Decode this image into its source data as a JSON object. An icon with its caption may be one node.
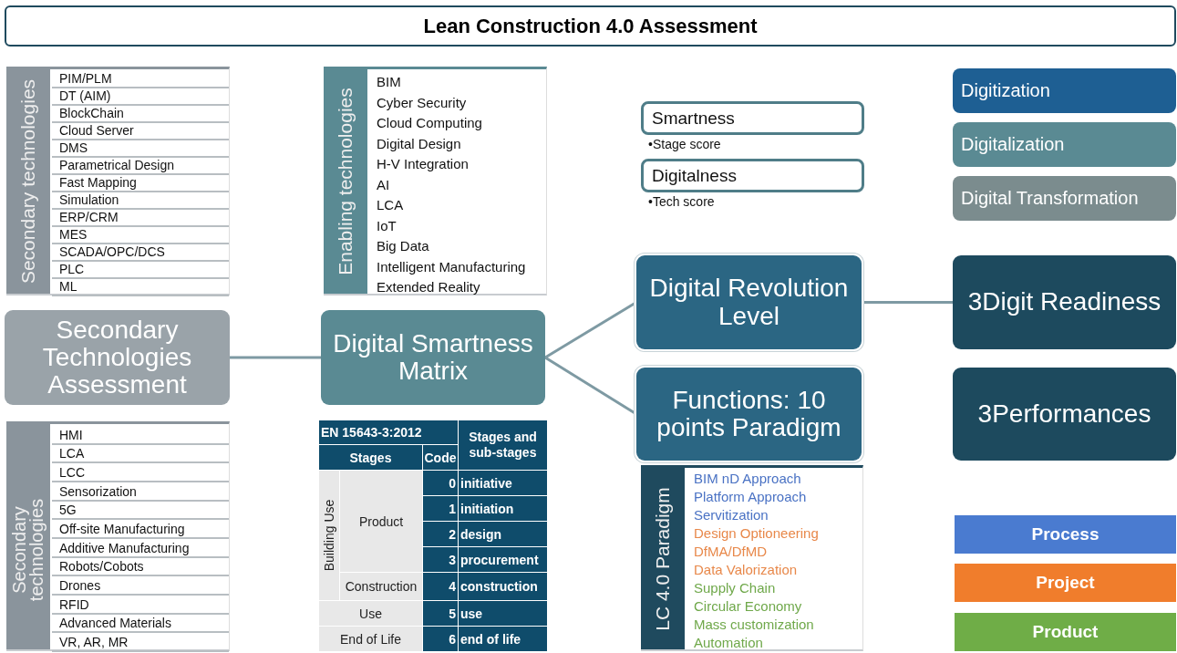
{
  "diagram": {
    "title": "Lean Construction 4.0 Assessment",
    "nodes": [
      {
        "text": [
          "Secondary technologies",
          "PIM/PLM",
          "DT (AIM)",
          "BlockChain",
          "Cloud Server",
          "DMS",
          "Parametrical Design",
          "Fast Mapping",
          "Simulation",
          "ERP/CRM",
          "MES",
          "SCADA/OPC/DCS",
          "PLC",
          "ML"
        ]
      },
      {
        "text": [
          "Secondary Technologies Assessment"
        ]
      },
      {
        "text": [
          "Secondary technologies",
          "HMI",
          "LCA",
          "LCC",
          "Sensorization",
          "5G",
          "Off-site Manufacturing",
          "Additive Manufacturing",
          "Robots/Cobots",
          "Drones",
          "RFID",
          "Advanced Materials",
          "VR, AR, MR"
        ]
      },
      {
        "text": [
          "Enabling technologies",
          "BIM",
          "Cyber Security",
          "Cloud Computing",
          "Digital Design",
          "H-V Integration",
          "AI",
          "LCA",
          "IoT",
          "Big Data",
          "Intelligent Manufacturing",
          "Extended Reality"
        ]
      },
      {
        "text": [
          "Digital Smartness Matrix"
        ]
      },
      {
        "text": [
          "Smartness"
        ],
        "beside": [
          "•Stage score"
        ]
      },
      {
        "text": [
          "Digitalness"
        ],
        "beside": [
          "•Tech score"
        ]
      },
      {
        "text": [
          "Digital Revolution Level"
        ]
      },
      {
        "text": [
          "Functions: 10 points Paradigm"
        ]
      },
      {
        "text": [
          "LC 4.0 Paradigm",
          "BIM nD Approach",
          "Platform Approach",
          "Servitization",
          "Design Optioneering",
          "DfMA/DfMD",
          "Data Valorization",
          "Supply Chain",
          "Circular Economy",
          "Mass customization",
          "Automation"
        ]
      },
      {
        "text": [
          "Digitization"
        ]
      },
      {
        "text": [
          "Digitalization"
        ]
      },
      {
        "text": [
          "Digital Transformation"
        ]
      },
      {
        "text": [
          "3Digit Readiness"
        ]
      },
      {
        "text": [
          "3Performances"
        ]
      },
      {
        "text": [
          "Process"
        ]
      },
      {
        "text": [
          "Project"
        ]
      },
      {
        "text": [
          "Product"
        ]
      }
    ],
    "edges": [
      {
        "from": 1,
        "to": 4,
        "arrow": "none"
      },
      {
        "from": 4,
        "to": 7,
        "arrow": "none"
      },
      {
        "from": 4,
        "to": 8,
        "arrow": "none"
      },
      {
        "from": 7,
        "to": 13,
        "arrow": "none"
      }
    ],
    "labels": [
      "EN 15643-3:2012",
      "Stages and sub-stages",
      "Stages",
      "Code",
      "Building Use",
      "Product",
      "0",
      "initiative",
      "1",
      "initiation",
      "2",
      "design",
      "3",
      "procurement",
      "Construction",
      "4",
      "construction",
      "Use",
      "5",
      "use",
      "End of Life",
      "6",
      "end of life"
    ]
  }
}
